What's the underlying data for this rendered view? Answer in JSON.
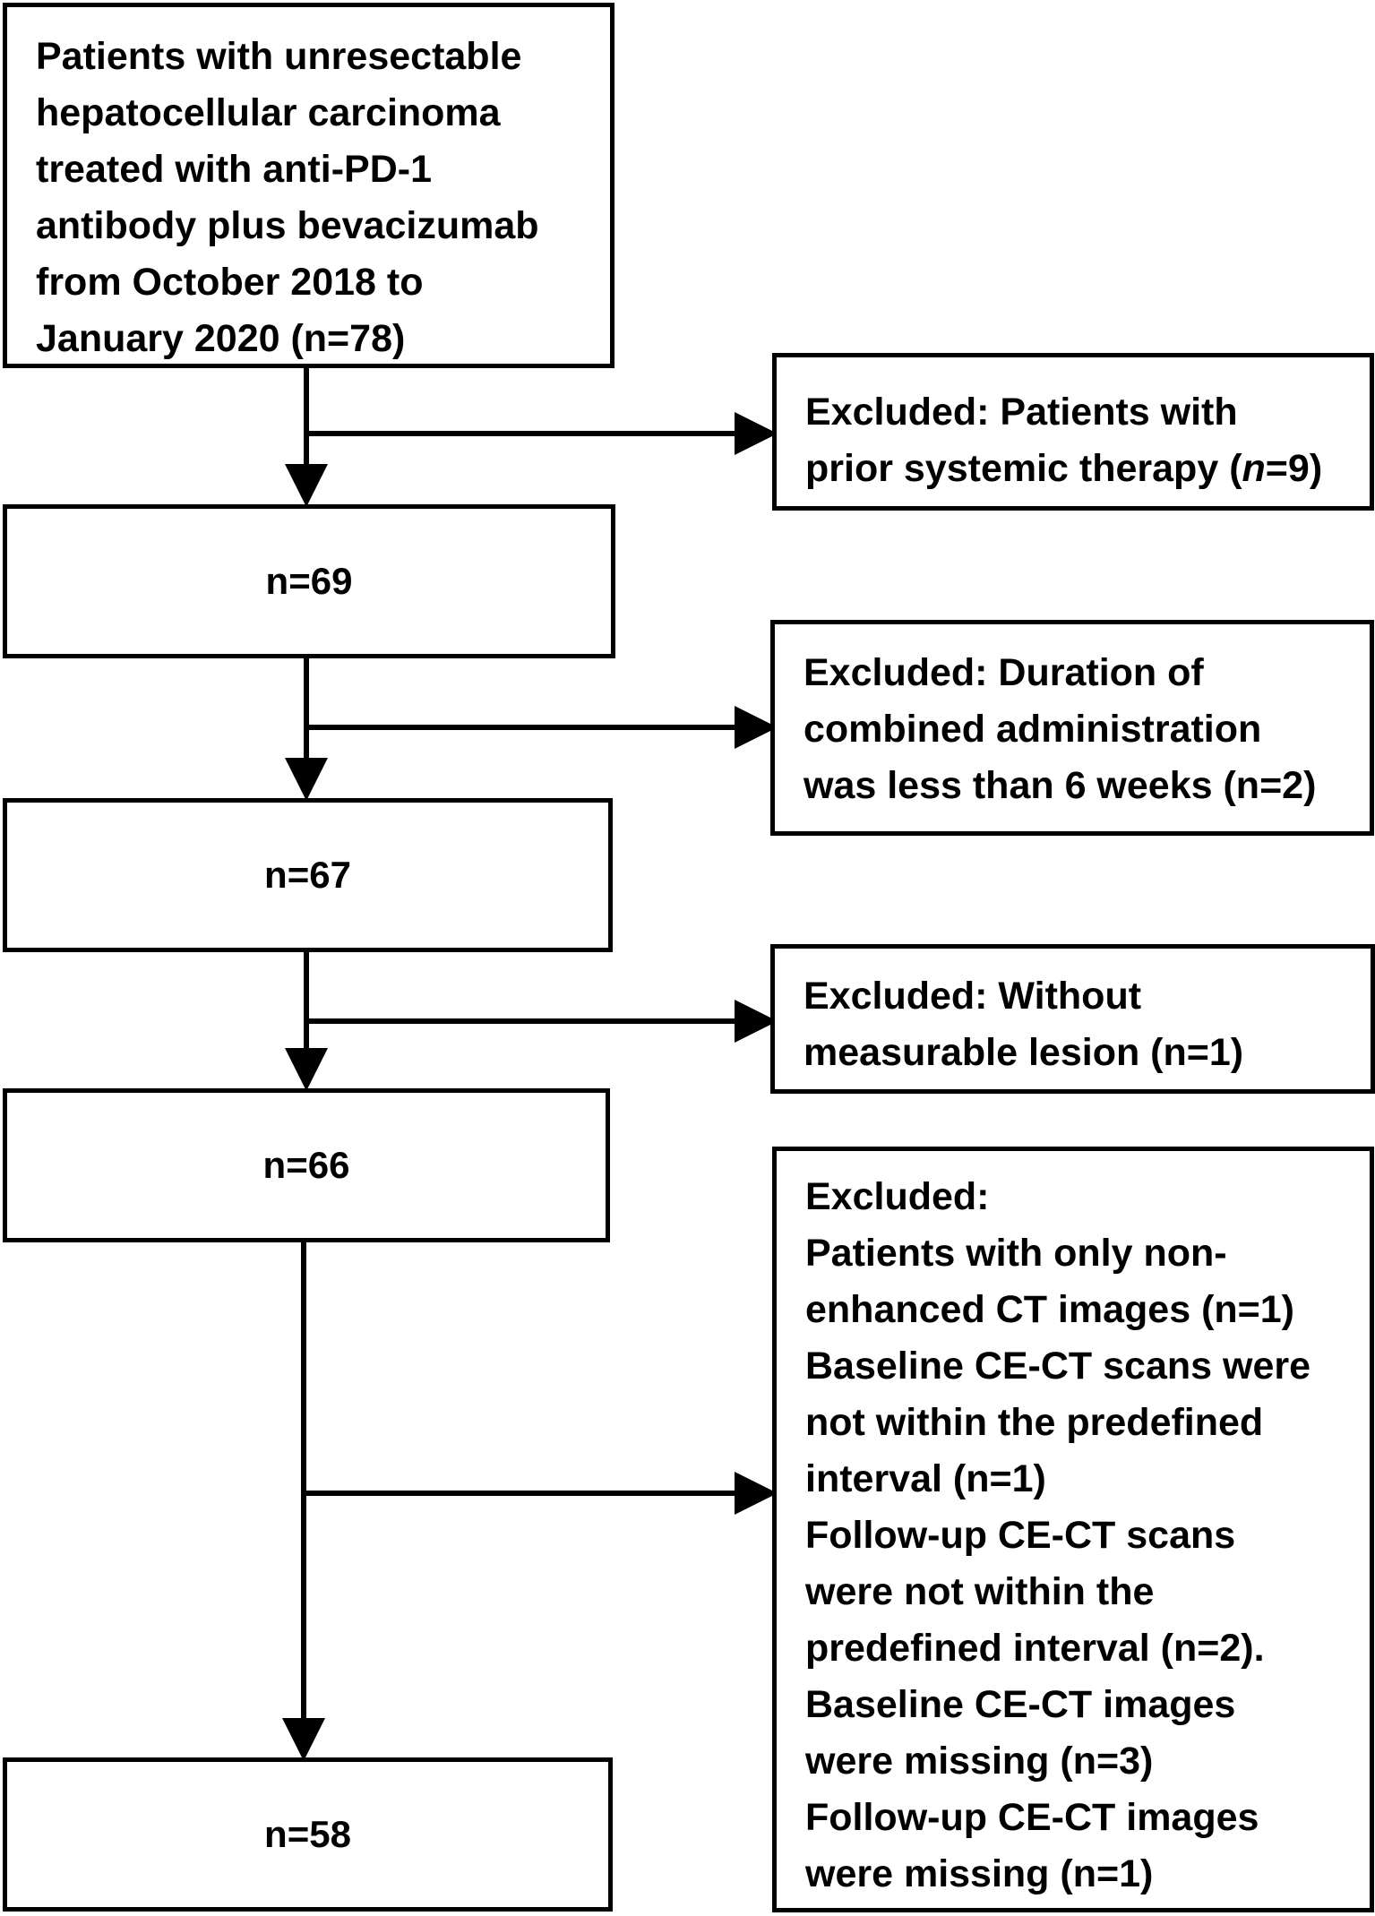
{
  "flowchart": {
    "start": {
      "lines": [
        "Patients with unresectable",
        "hepatocellular carcinoma",
        "treated with anti-PD-1",
        "antibody plus bevacizumab",
        "from October 2018 to",
        "January 2020 (n=78)"
      ]
    },
    "steps": [
      {
        "count": "n=69"
      },
      {
        "count": "n=67"
      },
      {
        "count": "n=66"
      },
      {
        "count": "n=58"
      }
    ],
    "exclusions": [
      {
        "lines": [
          "Excluded: Patients with",
          "prior systemic therapy (n=9)"
        ]
      },
      {
        "lines": [
          "Excluded: Duration of",
          "combined administration",
          "was less than 6 weeks (n=2)"
        ]
      },
      {
        "lines": [
          "Excluded: Without",
          "measurable lesion (n=1)"
        ]
      },
      {
        "lines": [
          "Excluded:",
          "Patients with only non-",
          "enhanced CT images (n=1)",
          "Baseline CE-CT scans were",
          "not within the predefined",
          "interval (n=1)",
          "Follow-up CE-CT scans",
          "were not within the",
          "predefined interval (n=2).",
          "Baseline CE-CT images",
          "were missing (n=3)",
          "Follow-up CE-CT images",
          "were missing (n=1)"
        ]
      }
    ]
  }
}
